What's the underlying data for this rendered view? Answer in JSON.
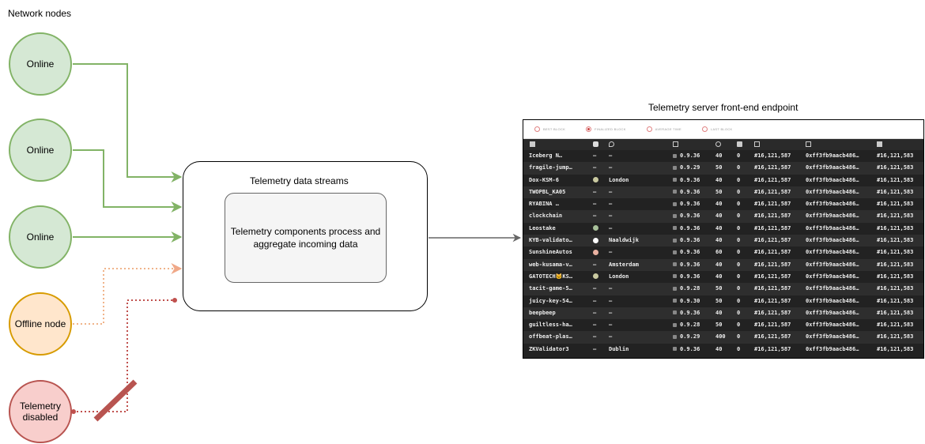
{
  "titles": {
    "network_nodes": "Network nodes",
    "endpoint": "Telemetry server front-end endpoint",
    "streams": "Telemetry data streams",
    "process": "Telemetry components process and aggregate incoming data"
  },
  "nodes": [
    {
      "label": "Online",
      "state": "online"
    },
    {
      "label": "Online",
      "state": "online"
    },
    {
      "label": "Online",
      "state": "online"
    },
    {
      "label": "Offline node",
      "state": "offline"
    },
    {
      "label": "Telemetry disabled",
      "state": "disabled"
    }
  ],
  "legend": [
    "Best block",
    "Finalized block",
    "Average time",
    "Last block"
  ],
  "colors": {
    "online": "#82b366",
    "offline": "#d79b00",
    "disabled": "#b85450",
    "arrow": "#666666"
  },
  "table": {
    "rows": [
      {
        "name": "Iceberg N…",
        "location": "–",
        "version": "0.9.36",
        "peers": "40",
        "txs": "0",
        "block": "#16,121,587",
        "hash": "0xff3fb9aacb486…",
        "finalized": "#16,121,583"
      },
      {
        "name": "fragile-jump…",
        "location": "–",
        "version": "0.9.29",
        "peers": "50",
        "txs": "0",
        "block": "#16,121,587",
        "hash": "0xff3fb9aacb486…",
        "finalized": "#16,121,583"
      },
      {
        "name": "Dox-KSM-6",
        "location": "London",
        "version": "0.9.36",
        "peers": "40",
        "txs": "0",
        "block": "#16,121,587",
        "hash": "0xff3fb9aacb486…",
        "finalized": "#16,121,583"
      },
      {
        "name": "TWOPBL_KA05",
        "location": "–",
        "version": "0.9.36",
        "peers": "50",
        "txs": "0",
        "block": "#16,121,587",
        "hash": "0xff3fb9aacb486…",
        "finalized": "#16,121,583"
      },
      {
        "name": "RYABINA …",
        "location": "–",
        "version": "0.9.36",
        "peers": "40",
        "txs": "0",
        "block": "#16,121,587",
        "hash": "0xff3fb9aacb486…",
        "finalized": "#16,121,583"
      },
      {
        "name": "clockchain",
        "location": "–",
        "version": "0.9.36",
        "peers": "40",
        "txs": "0",
        "block": "#16,121,587",
        "hash": "0xff3fb9aacb486…",
        "finalized": "#16,121,583"
      },
      {
        "name": "Leostake",
        "location": "–",
        "version": "0.9.36",
        "peers": "40",
        "txs": "0",
        "block": "#16,121,587",
        "hash": "0xff3fb9aacb486…",
        "finalized": "#16,121,583"
      },
      {
        "name": "KYB-validato…",
        "location": "Naaldwijk",
        "version": "0.9.36",
        "peers": "40",
        "txs": "0",
        "block": "#16,121,587",
        "hash": "0xff3fb9aacb486…",
        "finalized": "#16,121,583"
      },
      {
        "name": "SunshineAutos",
        "location": "–",
        "version": "0.9.36",
        "peers": "60",
        "txs": "0",
        "block": "#16,121,587",
        "hash": "0xff3fb9aacb486…",
        "finalized": "#16,121,583"
      },
      {
        "name": "web-kusama-v…",
        "location": "Amsterdam",
        "version": "0.9.36",
        "peers": "40",
        "txs": "0",
        "block": "#16,121,587",
        "hash": "0xff3fb9aacb486…",
        "finalized": "#16,121,583"
      },
      {
        "name": "GATOTECH🐱KS…",
        "location": "London",
        "version": "0.9.36",
        "peers": "40",
        "txs": "0",
        "block": "#16,121,587",
        "hash": "0xff3fb9aacb486…",
        "finalized": "#16,121,583"
      },
      {
        "name": "tacit-game-5…",
        "location": "–",
        "version": "0.9.28",
        "peers": "50",
        "txs": "0",
        "block": "#16,121,587",
        "hash": "0xff3fb9aacb486…",
        "finalized": "#16,121,583"
      },
      {
        "name": "juicy-key-54…",
        "location": "–",
        "version": "0.9.30",
        "peers": "50",
        "txs": "0",
        "block": "#16,121,587",
        "hash": "0xff3fb9aacb486…",
        "finalized": "#16,121,583"
      },
      {
        "name": "beepbeep",
        "location": "–",
        "version": "0.9.36",
        "peers": "40",
        "txs": "0",
        "block": "#16,121,587",
        "hash": "0xff3fb9aacb486…",
        "finalized": "#16,121,583"
      },
      {
        "name": "guiltless-ha…",
        "location": "–",
        "version": "0.9.28",
        "peers": "50",
        "txs": "0",
        "block": "#16,121,587",
        "hash": "0xff3fb9aacb486…",
        "finalized": "#16,121,583"
      },
      {
        "name": "offbeat-plas…",
        "location": "–",
        "version": "0.9.29",
        "peers": "400",
        "txs": "0",
        "block": "#16,121,587",
        "hash": "0xff3fb9aacb486…",
        "finalized": "#16,121,583"
      },
      {
        "name": "ZKValidator3",
        "location": "Dublin",
        "version": "0.9.36",
        "peers": "40",
        "txs": "0",
        "block": "#16,121,587",
        "hash": "0xff3fb9aacb486…",
        "finalized": "#16,121,583"
      }
    ]
  }
}
